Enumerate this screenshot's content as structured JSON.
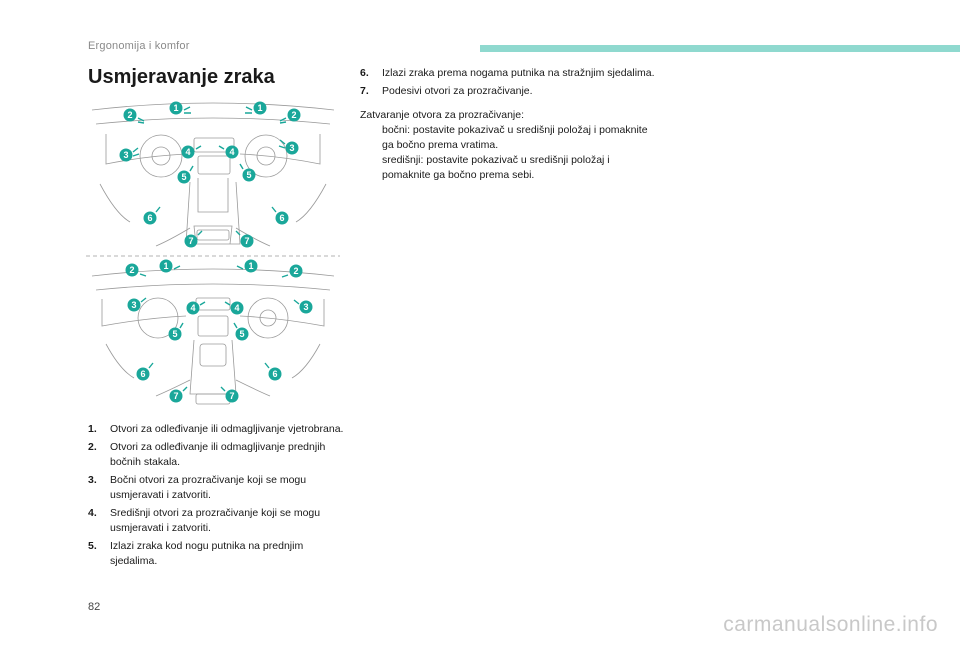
{
  "header": {
    "section": "Ergonomija i komfor"
  },
  "title": "Usmjeravanje zraka",
  "diagram": {
    "top_labels": [
      "1",
      "1",
      "2",
      "2",
      "3",
      "3",
      "4",
      "4",
      "5",
      "5",
      "6",
      "6",
      "7",
      "7"
    ],
    "bottom_labels": [
      "1",
      "1",
      "2",
      "2",
      "3",
      "3",
      "4",
      "4",
      "5",
      "5",
      "6",
      "6",
      "7",
      "7"
    ],
    "colors": {
      "accent": "#1aa79a",
      "line": "#9a9a9a",
      "badge_text": "#ffffff"
    }
  },
  "legend_left": [
    {
      "num": "1.",
      "text": "Otvori za odleđivanje ili odmagljivanje vjetrobrana."
    },
    {
      "num": "2.",
      "text": "Otvori za odleđivanje ili odmagljivanje prednjih bočnih stakala."
    },
    {
      "num": "3.",
      "text": "Bočni otvori za prozračivanje koji se mogu usmjeravati i zatvoriti."
    },
    {
      "num": "4.",
      "text": "Središnji otvori za prozračivanje koji se mogu usmjeravati i zatvoriti."
    },
    {
      "num": "5.",
      "text": "Izlazi zraka kod nogu putnika na prednjim sjedalima."
    }
  ],
  "legend_right": [
    {
      "num": "6.",
      "text": "Izlazi zraka prema nogama putnika na stražnjim sjedalima."
    },
    {
      "num": "7.",
      "text": "Podesivi otvori za prozračivanje."
    }
  ],
  "closing": {
    "title": "Zatvaranje otvora za prozračivanje:",
    "bullet_mark": "",
    "bullets": [
      "bočni: postavite pokazivač u središnji položaj i pomaknite ga bočno prema vratima.",
      "središnji: postavite pokazivač u središnji položaj i pomaknite ga bočno prema sebi."
    ]
  },
  "page_number": "82",
  "watermark": "carmanualsonline.info"
}
